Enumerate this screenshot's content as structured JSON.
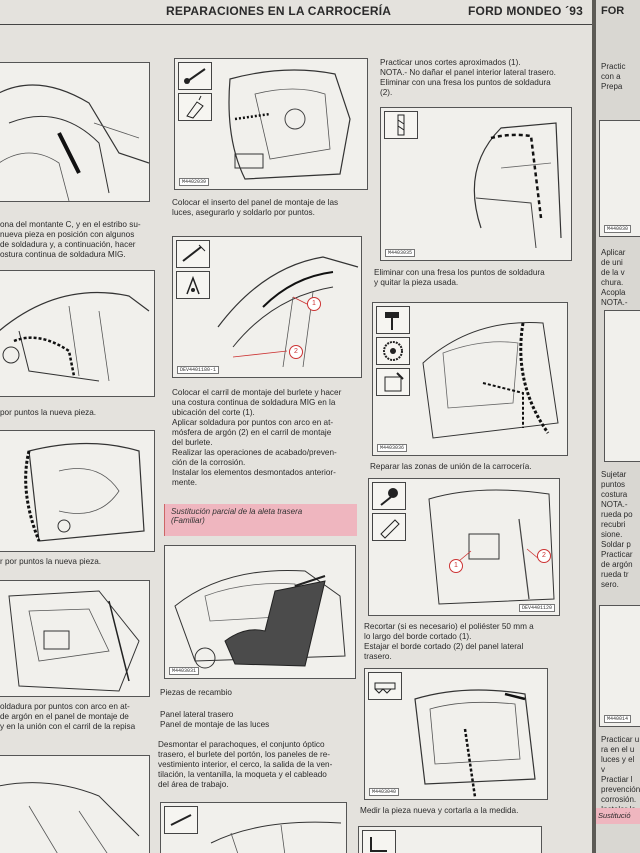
{
  "header": {
    "left_title": "REPARACIONES EN LA CARROCERÍA",
    "right_title": "FORD MONDEO ´93"
  },
  "col1": {
    "text_1": "ona del montante C, y en el estribo su-\n nueva pieza en posición con algunos\nde soldadura y, a continuación, hacer\nostura continua de soldadura MIG.",
    "text_2": "por puntos la nueva pieza.",
    "text_3": "r por puntos la nueva pieza.",
    "text_4": "oldadura por puntos con arco en at-\nde argón en el panel de montaje de\n y en la unión con el carril de la repisa"
  },
  "col2": {
    "fig1_code": "M4402039",
    "text_1": "Colocar el inserto del panel de montaje de las\nluces, asegurarlo y soldarlo por puntos.",
    "fig2_code": "DEV4401180-1",
    "callout_1": "1",
    "callout_2": "2",
    "text_2": "Colocar el carril de montaje del burlete y hacer\nuna costura continua de soldadura MIG en la\nubicación del corte (1).\nAplicar soldadura por puntos con arco en at-\nmósfera de argón (2) en el carril de montaje\ndel burlete.\nRealizar las operaciones de acabado/preven-\nción de la corrosión.\nInstalar los elementos desmontados anterior-\nmente.",
    "section_title": "Sustitución parcial de la aleta trasera\n(Familiar)",
    "fig3_code": "M4403031",
    "text_3": "Piezas de recambio",
    "text_4": "Panel lateral trasero\nPanel de montaje de las luces",
    "text_5": "Desmontar el parachoques, el conjunto óptico\ntrasero, el burlete del portón, los paneles de re-\nvestimiento interior, el cerco, la salida de la ven-\ntilación, la ventanilla, la moqueta y el cableado\ndel área de trabajo."
  },
  "col3": {
    "text_1": "Practicar unos cortes aproximados (1).\nNOTA.- No dañar el panel interior lateral trasero.\nEliminar con una fresa los puntos de soldadura\n(2).",
    "fig1_code": "M4403035",
    "text_2": "Eliminar con una fresa los puntos de soldadura\ny quitar la pieza usada.",
    "fig2_code": "M4403036",
    "text_3": "Reparar las zonas de unión de la carrocería.",
    "fig3_code": "DEV4401120",
    "callout_1": "1",
    "callout_2": "2",
    "text_4": "Recortar (si es necesario) el poliéster 50 mm a\nlo largo del borde cortado (1).\nEstajar el borde cortado (2) del panel lateral\ntrasero.",
    "fig4_code": "M4403040",
    "text_5": "Medir la pieza nueva y cortarla a la medida."
  },
  "next_page": {
    "title": "FOR",
    "text_1": "Practic\ncon a\nPrepa",
    "fig_code": "M440030",
    "text_2": "Aplicar\nde uni\nde la v\nchura.\nAcopla\nNOTA.-",
    "text_3": "Sujetar\npuntos\ncostura\nNOTA.-\nrueda po\nrecubri\nsione.\nSoldar p\nPracticar\nde argón\nrueda tr\nsero.",
    "fig2_code": "M440014",
    "text_4": "Practicar u\nra en el u\nluces y el v\nPractiar l\nprevención\ncorrosión.\nInstalar lo\ntados.",
    "section_title": "Sustitució"
  }
}
